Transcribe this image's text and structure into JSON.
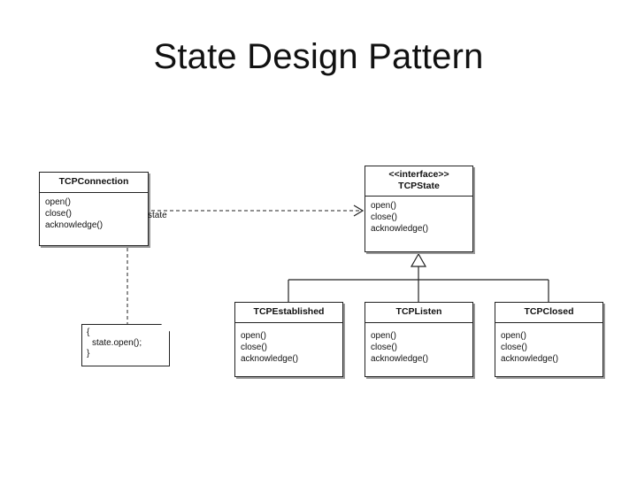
{
  "title": "State Design Pattern",
  "association_label": "state",
  "classes": {
    "context": {
      "name": "TCPConnection",
      "methods": [
        "open()",
        "close()",
        "acknowledge()"
      ]
    },
    "state": {
      "stereotype": "<<interface>>",
      "name": "TCPState",
      "methods": [
        "open()",
        "close()",
        "acknowledge()"
      ]
    },
    "established": {
      "name": "TCPEstablished",
      "methods": [
        "open()",
        "close()",
        "acknowledge()"
      ]
    },
    "listen": {
      "name": "TCPListen",
      "methods": [
        "open()",
        "close()",
        "acknowledge()"
      ]
    },
    "closed": {
      "name": "TCPClosed",
      "methods": [
        "open()",
        "close()",
        "acknowledge()"
      ]
    }
  },
  "note": {
    "lines": [
      "{",
      "  state.open();",
      "}"
    ]
  }
}
